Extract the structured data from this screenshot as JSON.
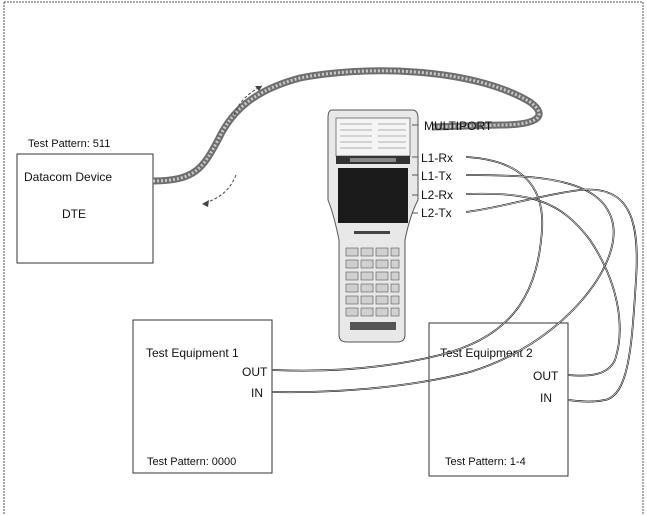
{
  "dte_box": {
    "pattern": "Test Pattern: 511",
    "name": "Datacom Device",
    "type": "DTE"
  },
  "analyzer": {
    "ports": [
      "MULTIPORT",
      "L1-Rx",
      "L1-Tx",
      "L2-Rx",
      "L2-Tx"
    ]
  },
  "equipment_1": {
    "title": "Test Equipment 1",
    "out_label": "OUT",
    "in_label": "IN",
    "pattern": "Test Pattern: 0000"
  },
  "equipment_2": {
    "title": "Test Equipment 2",
    "out_label": "OUT",
    "in_label": "IN",
    "pattern": "Test Pattern: 1-4"
  },
  "colors": {
    "line": "#1a1a1a",
    "frame": "#777777",
    "cable_gray": "#9a9a9a"
  }
}
